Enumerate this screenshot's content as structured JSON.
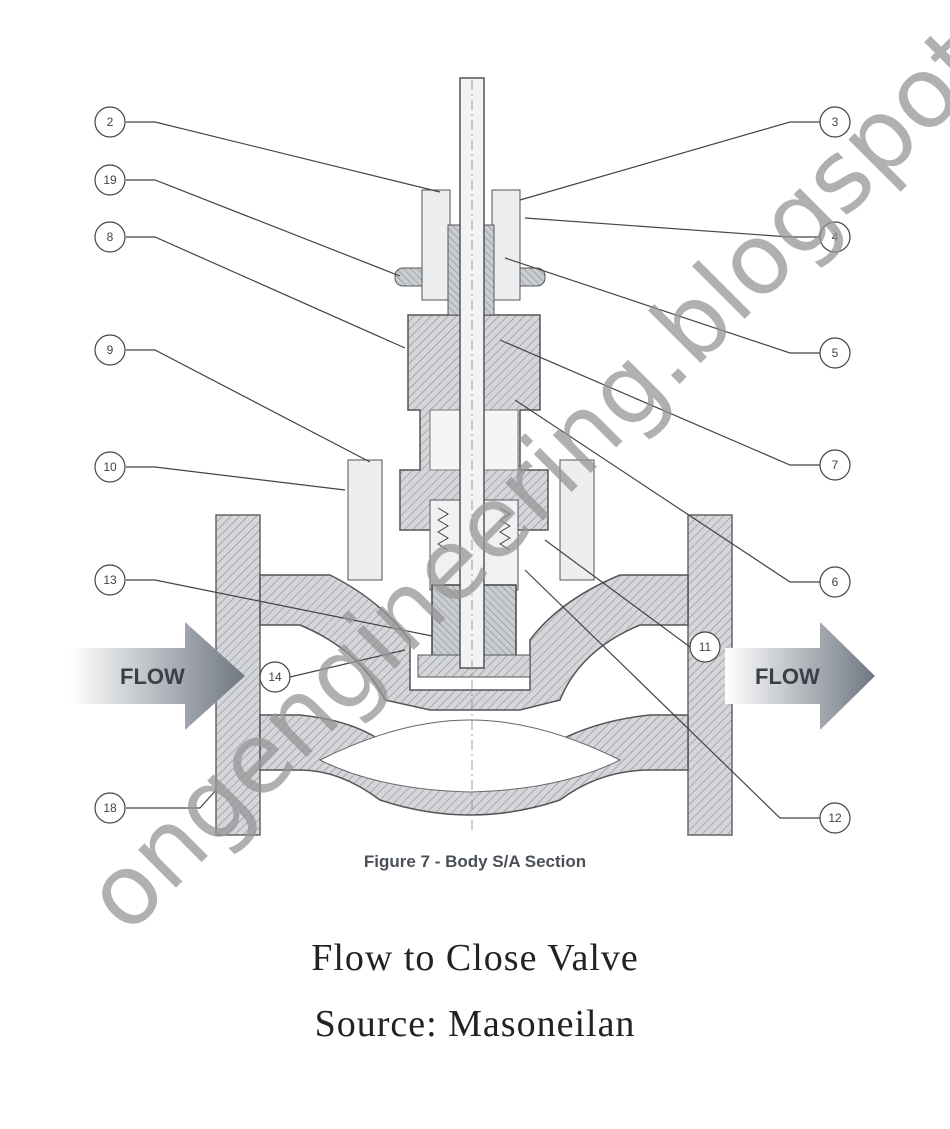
{
  "diagram": {
    "flow_label_left": "FLOW",
    "flow_label_right": "FLOW",
    "figure_caption": "Figure 7 - Body S/A Section",
    "callouts": {
      "left": [
        "2",
        "19",
        "8",
        "9",
        "10",
        "13",
        "14",
        "18"
      ],
      "right": [
        "3",
        "4",
        "5",
        "7",
        "6",
        "11",
        "12"
      ]
    }
  },
  "title": {
    "line1": "Flow to Close Valve",
    "line2": "Source: Masoneilan"
  },
  "watermark": "ongengineering.blogspot.com",
  "colors": {
    "metal_hatch": "#8a8f96",
    "arrow_dark": "#6f7782",
    "arrow_light": "#ffffff",
    "watermark": "#969696"
  }
}
